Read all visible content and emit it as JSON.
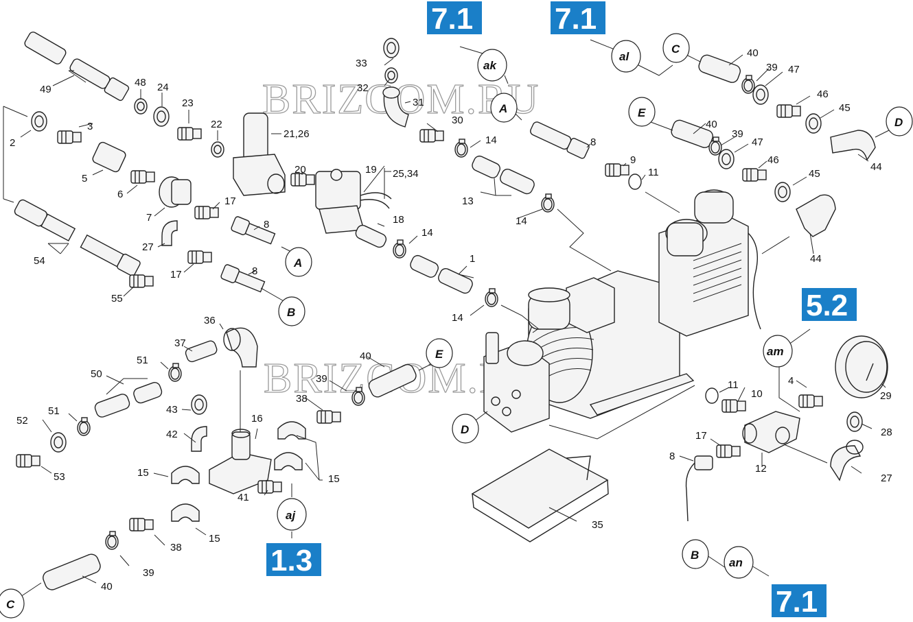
{
  "watermark": "BRIZCOM.RU",
  "badges": {
    "top_left": "7.1",
    "top_right": "7.1",
    "right": "5.2",
    "bottom_left": "1.3",
    "bottom_right": "7.1"
  },
  "colors": {
    "badge": "#1a7fc8",
    "ink": "#222222"
  },
  "refs": {
    "A": "A",
    "B": "B",
    "C": "C",
    "D": "D",
    "E": "E",
    "aj": "aj",
    "ak": "ak",
    "al": "al",
    "am": "am",
    "an": "an"
  },
  "labels": {
    "n1": "1",
    "n2": "2",
    "n3": "3",
    "n4": "4",
    "n5": "5",
    "n6": "6",
    "n7": "7",
    "n8": "8",
    "n9": "9",
    "n10": "10",
    "n11": "11",
    "n12": "12",
    "n13": "13",
    "n14": "14",
    "n15": "15",
    "n16": "16",
    "n17": "17",
    "n18": "18",
    "n19": "19",
    "n20": "20",
    "n21_26": "21,26",
    "n22": "22",
    "n23": "23",
    "n24": "24",
    "n25_34": "25,34",
    "n27": "27",
    "n28": "28",
    "n29": "29",
    "n30": "30",
    "n31": "31",
    "n32": "32",
    "n33": "33",
    "n35": "35",
    "n36": "36",
    "n37": "37",
    "n38": "38",
    "n39": "39",
    "n40": "40",
    "n41": "41",
    "n42": "42",
    "n43": "43",
    "n44": "44",
    "n45": "45",
    "n46": "46",
    "n47": "47",
    "n48": "48",
    "n49": "49",
    "n50": "50",
    "n51": "51",
    "n52": "52",
    "n53": "53",
    "n54": "54",
    "n55": "55"
  }
}
